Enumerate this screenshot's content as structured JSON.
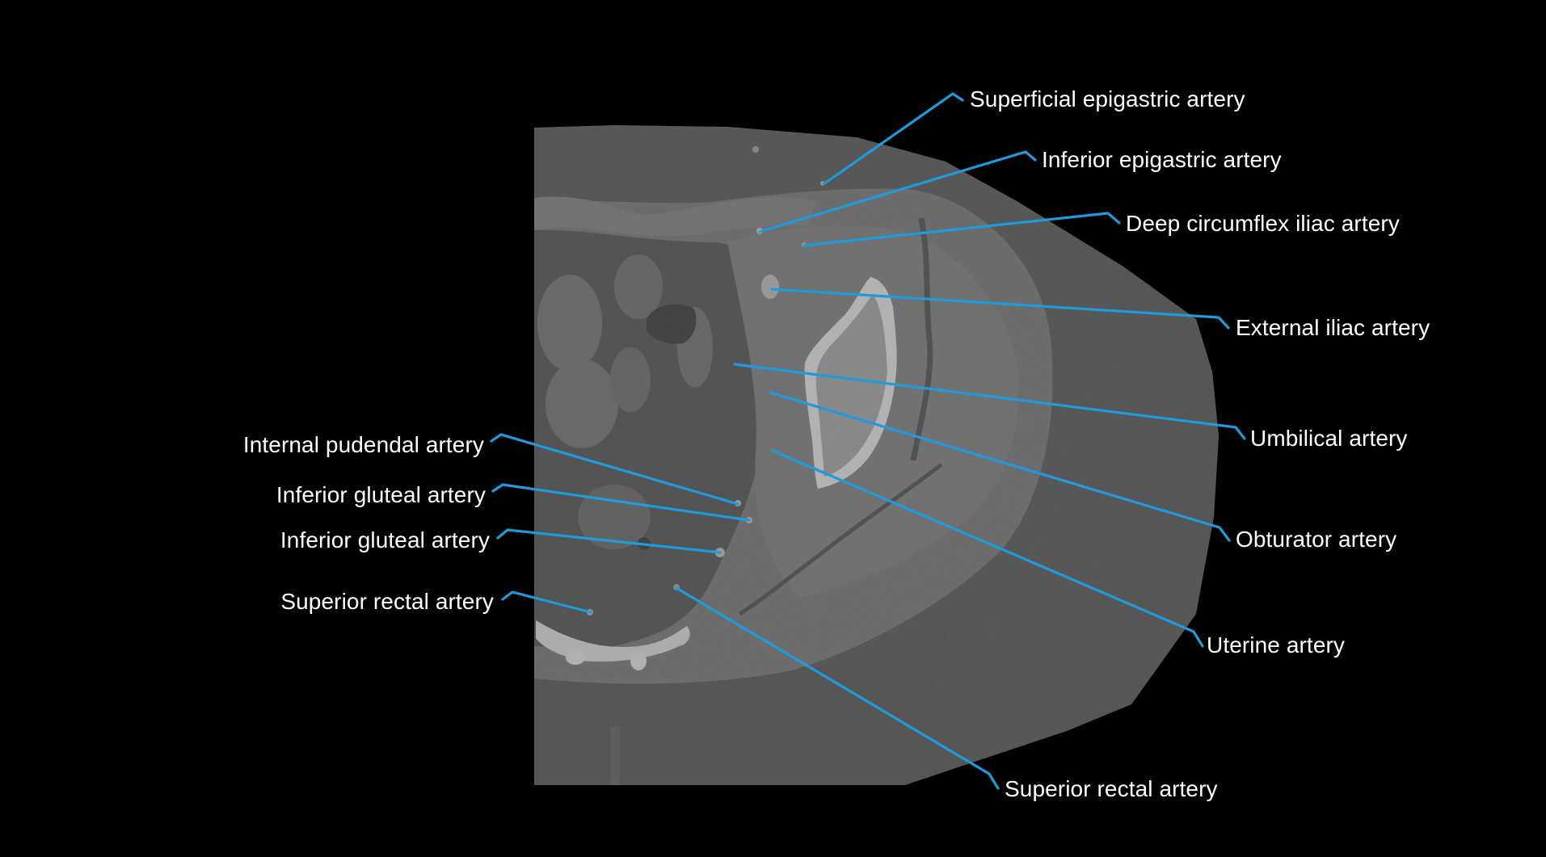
{
  "figure": {
    "type": "axial CT scan, pelvis (annotated arteries)",
    "leader_color": "#1e9bdc",
    "label_color": "#ffffff",
    "background_color": "#000000"
  },
  "labels": {
    "right": [
      {
        "id": "superficial-epigastric",
        "text": "Superficial epigastric artery"
      },
      {
        "id": "inferior-epigastric",
        "text": "Inferior epigastric artery"
      },
      {
        "id": "deep-circumflex-iliac",
        "text": "Deep circumflex iliac artery"
      },
      {
        "id": "external-iliac",
        "text": "External iliac artery"
      },
      {
        "id": "umbilical",
        "text": "Umbilical artery"
      },
      {
        "id": "obturator",
        "text": "Obturator artery"
      },
      {
        "id": "uterine",
        "text": "Uterine artery"
      },
      {
        "id": "superior-rectal-right",
        "text": "Superior rectal artery"
      }
    ],
    "left": [
      {
        "id": "internal-pudendal",
        "text": "Internal pudendal artery"
      },
      {
        "id": "inferior-gluteal-1",
        "text": "Inferior gluteal artery"
      },
      {
        "id": "inferior-gluteal-2",
        "text": "Inferior gluteal artery"
      },
      {
        "id": "superior-rectal-left",
        "text": "Superior rectal artery"
      }
    ]
  }
}
